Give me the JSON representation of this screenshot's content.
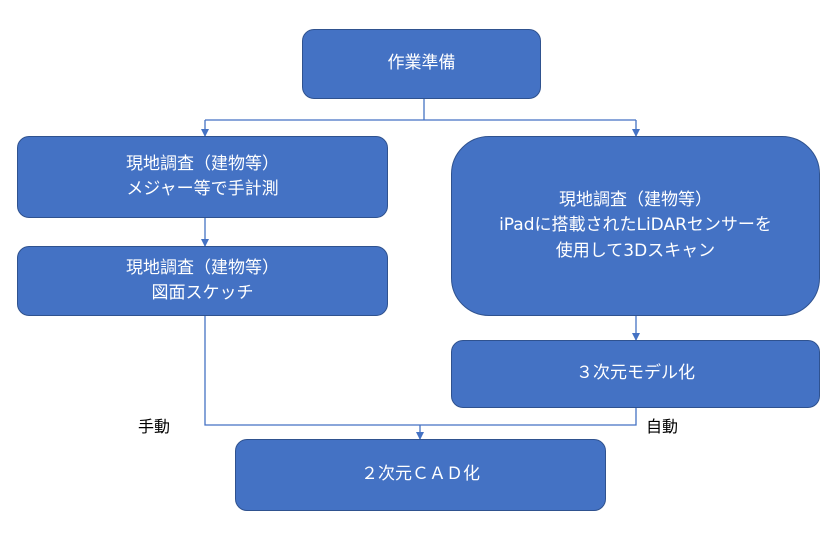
{
  "nodes": {
    "prep": "作業準備",
    "survey_manual_measure": "現地調査（建物等）\nメジャー等で手計測",
    "survey_sketch": "現地調査（建物等）\n図面スケッチ",
    "survey_lidar": "現地調査（建物等）\niPadに搭載されたLiDARセンサーを\n使用して3Dスキャン",
    "model_3d": "３次元モデル化",
    "cad_2d": "２次元ＣＡＤ化"
  },
  "edge_labels": {
    "manual": "手動",
    "automatic": "自動"
  },
  "colors": {
    "box_fill": "#4472C4",
    "box_border": "#2F528F",
    "connector": "#4472C4",
    "box_text": "#FFFFFF"
  }
}
